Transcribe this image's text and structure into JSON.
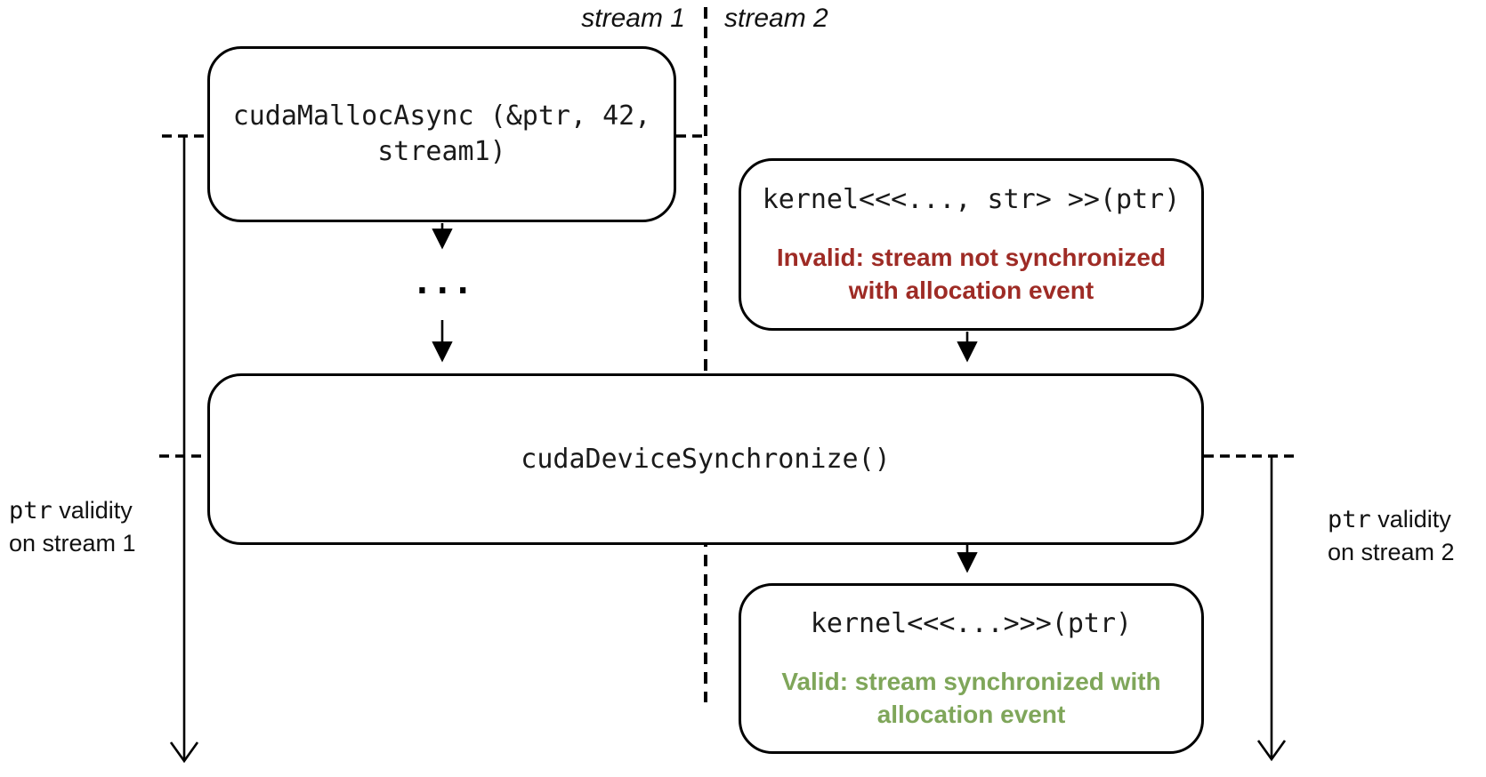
{
  "diagram": {
    "stream_headers": {
      "stream1": "stream 1",
      "stream2": "stream 2"
    },
    "boxes": {
      "malloc": {
        "code_line1": "cudaMallocAsync (&ptr, 42,",
        "code_line2": "stream1)"
      },
      "kernel_invalid": {
        "code": "kernel<<<..., str> >>(ptr)",
        "note_line1": "Invalid: stream not synchronized",
        "note_line2": "with allocation event"
      },
      "device_sync": {
        "code": "cudaDeviceSynchronize()"
      },
      "kernel_valid": {
        "code": "kernel<<<...>>>(ptr)",
        "note_line1": "Valid: stream synchronized with",
        "note_line2": "allocation event"
      }
    },
    "ellipsis": "...",
    "validity_labels": {
      "left": {
        "code": "ptr",
        "text_line1": " validity",
        "line2": "on stream 1"
      },
      "right": {
        "code": "ptr",
        "text_line1": " validity",
        "line2": "on stream 2"
      }
    },
    "colors": {
      "invalid_text": "#9E2B25",
      "valid_text": "#7FA65A",
      "line": "#000000",
      "background": "#FFFFFF"
    }
  }
}
